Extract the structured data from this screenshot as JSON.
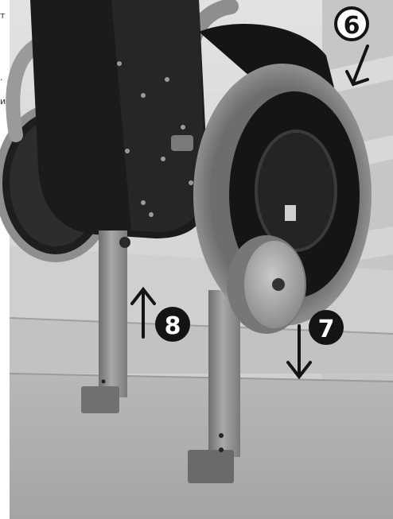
{
  "photo": {
    "subject": "stair-climbing-wheelchair-mechanism",
    "tone": "grayscale"
  },
  "callouts": [
    {
      "number": "6",
      "style": "outlined-circle",
      "arrow": "down-left"
    },
    {
      "number": "7",
      "style": "filled-circle",
      "arrow": "down"
    },
    {
      "number": "8",
      "style": "filled-circle",
      "arrow": "up"
    }
  ],
  "edge_fragments": [
    "т",
    ".",
    "и"
  ],
  "colors": {
    "ink": "#141414",
    "wall": "#d2d2d2",
    "step": "#bdbdbd",
    "frame_gray": "#8a8a8a",
    "tire_gray": "#7d7d7d",
    "body_black": "#1c1c1c"
  }
}
